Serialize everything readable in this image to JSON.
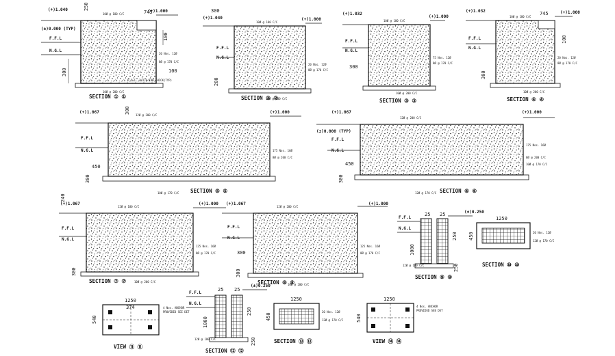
{
  "colors": {
    "ink": "#111111",
    "paper": "#ffffff"
  },
  "sections": [
    {
      "title": "SECTION ① ①",
      "levels": [
        "(+)1.040",
        "(+)1.000",
        "(±)0.000 (TYP)"
      ],
      "dims": [
        "250",
        "745",
        "100",
        "300",
        "100"
      ],
      "annotations": [
        "10Ø @ 180 C/C",
        "20 Nos. 12Ø",
        "8Ø @ 170 C/C",
        "P.C.C. 1:4:8 100 THICK(TYP)",
        "10Ø @ 200 C/C"
      ],
      "labels": [
        "F.F.L",
        "N.G.L"
      ]
    },
    {
      "title": "SECTION ② ②",
      "levels": [
        "(+)1.040",
        "(+)1.000"
      ],
      "dims": [
        "300",
        "200"
      ],
      "annotations": [
        "10Ø @ 180 C/C",
        "20 Nos. 12Ø",
        "8Ø @ 170 C/C",
        "10Ø @ 200 C/C"
      ],
      "labels": [
        "F.F.L",
        "N.G.L"
      ]
    },
    {
      "title": "SECTION ③ ③",
      "levels": [
        "(+)1.032",
        "(+)1.000"
      ],
      "dims": [
        "300"
      ],
      "annotations": [
        "10Ø @ 180 C/C",
        "75 Nos. 12Ø",
        "8Ø @ 170 C/C",
        "10Ø @ 200 C/C"
      ],
      "labels": [
        "F.F.L",
        "N.G.L"
      ]
    },
    {
      "title": "SECTION ④ ④",
      "levels": [
        "(+)1.032",
        "(+)1.000"
      ],
      "dims": [
        "745",
        "100",
        "300"
      ],
      "annotations": [
        "10Ø @ 180 C/C",
        "20 Nos. 12Ø",
        "8Ø @ 170 C/C",
        "10Ø @ 200 C/C"
      ],
      "labels": [
        "F.F.L",
        "N.G.L"
      ]
    },
    {
      "title": "SECTION ⑤ ⑤",
      "levels": [
        "(+)1.067",
        "(+)1.000"
      ],
      "dims": [
        "300",
        "450",
        "300"
      ],
      "annotations": [
        "12Ø @ 200 C/C",
        "175 Nos. 16Ø",
        "8Ø @ 200 C/C",
        "10Ø @ 170 C/C"
      ],
      "labels": [
        "F.F.L",
        "N.G.L"
      ]
    },
    {
      "title": "SECTION ⑥ ⑥",
      "levels": [
        "(+)1.067",
        "(+)1.000",
        "(±)0.000 (TYP)"
      ],
      "dims": [
        "450",
        "300"
      ],
      "annotations": [
        "12Ø @ 200 C/C",
        "175 Nos. 16Ø",
        "8Ø @ 200 C/C",
        "10Ø @ 170 C/C",
        "12Ø @ 170 C/C"
      ],
      "labels": [
        "F.F.L",
        "N.G.L"
      ]
    },
    {
      "title": "SECTION ⑦ ⑦",
      "levels": [
        "(+)1.067",
        "(+)1.000"
      ],
      "dims": [
        "240",
        "300"
      ],
      "annotations": [
        "12Ø @ 180 C/C",
        "125 Nos. 16Ø",
        "8Ø @ 170 C/C",
        "10Ø @ 200 C/C"
      ],
      "labels": [
        "F.F.L",
        "N.G.L"
      ]
    },
    {
      "title": "SECTION ⑧ ⑧",
      "levels": [
        "(+)1.067",
        "(+)1.000"
      ],
      "dims": [
        "300",
        "300"
      ],
      "annotations": [
        "12Ø @ 200 C/C",
        "125 Nos. 16Ø",
        "8Ø @ 170 C/C",
        "10Ø @ 200 C/C"
      ],
      "labels": [
        "F.F.L",
        "N.G.L"
      ]
    },
    {
      "title": "SECTION ⑨ ⑨",
      "levels": [
        "(±)0.250"
      ],
      "dims": [
        "25",
        "25",
        "1000",
        "250",
        "250"
      ],
      "annotations": [
        "12Ø @ 180 C/C"
      ],
      "labels": [
        "F.F.L",
        "N.G.L"
      ]
    },
    {
      "title": "SECTION ⑫ ⑫",
      "levels": [
        "(±)0.250"
      ],
      "dims": [
        "25",
        "25",
        "1000",
        "250",
        "250"
      ],
      "annotations": [
        "12Ø @ 180 C/C"
      ],
      "labels": [
        "F.F.L",
        "N.G.L"
      ]
    }
  ],
  "details": [
    {
      "title": "SECTION ⑩ ⑩",
      "dims": [
        "1250",
        "450"
      ],
      "annotations": [
        "20 Nos. 12Ø",
        "12Ø @ 170 C/C"
      ]
    },
    {
      "title": "SECTION ⑬ ⑬",
      "dims": [
        "1250",
        "450"
      ],
      "annotations": [
        "20 Nos. 12Ø",
        "12Ø @ 170 C/C"
      ]
    }
  ],
  "views": [
    {
      "title": "VIEW ⑪ ⑪",
      "dims": [
        "1250",
        "374",
        "540"
      ],
      "annotations": [
        "4 Nos. ANCHOR",
        "PROVIDED SEE DET"
      ]
    },
    {
      "title": "VIEW ⑭ ⑭",
      "dims": [
        "1250",
        "540"
      ],
      "annotations": [
        "4 Nos. ANCHOR",
        "PROVIDED SEE DET"
      ]
    }
  ]
}
